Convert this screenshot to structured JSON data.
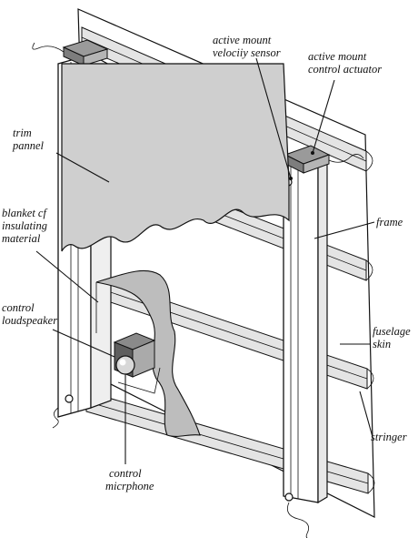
{
  "labels": {
    "active_mount_velocity_sensor": [
      "active mount",
      "velociiy sensor"
    ],
    "active_mount_control_actuator": [
      "active mount",
      "control actuator"
    ],
    "trim_pannel": [
      "trim",
      "pannel"
    ],
    "blanket": [
      "blanket cf",
      "insulating",
      "material"
    ],
    "frame": [
      "frame"
    ],
    "control_loudspeaker": [
      "control",
      "loudspeaker"
    ],
    "fuselage_skin": [
      "fuselage",
      "skin"
    ],
    "stringer": [
      "stringer"
    ],
    "control_microphone": [
      "control",
      "micrphone"
    ]
  },
  "colors": {
    "line": "#111111",
    "panel_fill": "#cfcfcf",
    "blanket_fill": "#bdbdbd",
    "mount_fill": "#9a9a9a",
    "background": "#ffffff"
  }
}
